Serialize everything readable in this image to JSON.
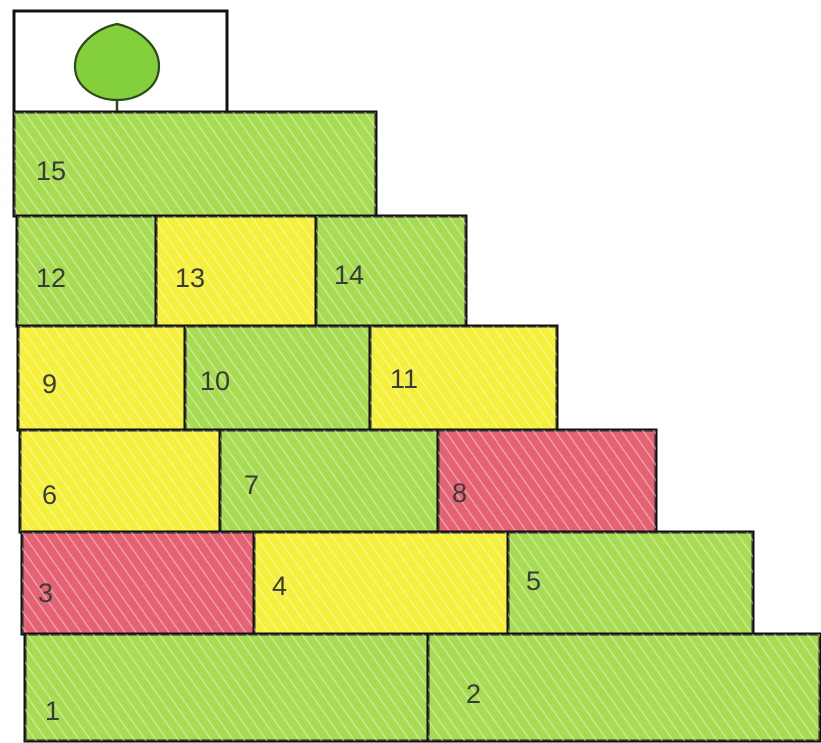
{
  "legend_colors": {
    "green": "#9bd63a",
    "yellow": "#f4ee1e",
    "red": "#e04c5e",
    "leaf_fill": "#84cf3c",
    "leaf_stroke": "#2c4a1a",
    "border": "#111111"
  },
  "top_icon": "leaf-icon",
  "cells": [
    {
      "id": "cell-1",
      "label": "1",
      "color": "green"
    },
    {
      "id": "cell-2",
      "label": "2",
      "color": "green"
    },
    {
      "id": "cell-3",
      "label": "3",
      "color": "red"
    },
    {
      "id": "cell-4",
      "label": "4",
      "color": "yellow"
    },
    {
      "id": "cell-5",
      "label": "5",
      "color": "green"
    },
    {
      "id": "cell-6",
      "label": "6",
      "color": "yellow"
    },
    {
      "id": "cell-7",
      "label": "7",
      "color": "green"
    },
    {
      "id": "cell-8",
      "label": "8",
      "color": "red"
    },
    {
      "id": "cell-9",
      "label": "9",
      "color": "yellow"
    },
    {
      "id": "cell-10",
      "label": "10",
      "color": "green"
    },
    {
      "id": "cell-11",
      "label": "11",
      "color": "yellow"
    },
    {
      "id": "cell-12",
      "label": "12",
      "color": "green"
    },
    {
      "id": "cell-13",
      "label": "13",
      "color": "yellow"
    },
    {
      "id": "cell-14",
      "label": "14",
      "color": "green"
    },
    {
      "id": "cell-15",
      "label": "15",
      "color": "green"
    }
  ]
}
